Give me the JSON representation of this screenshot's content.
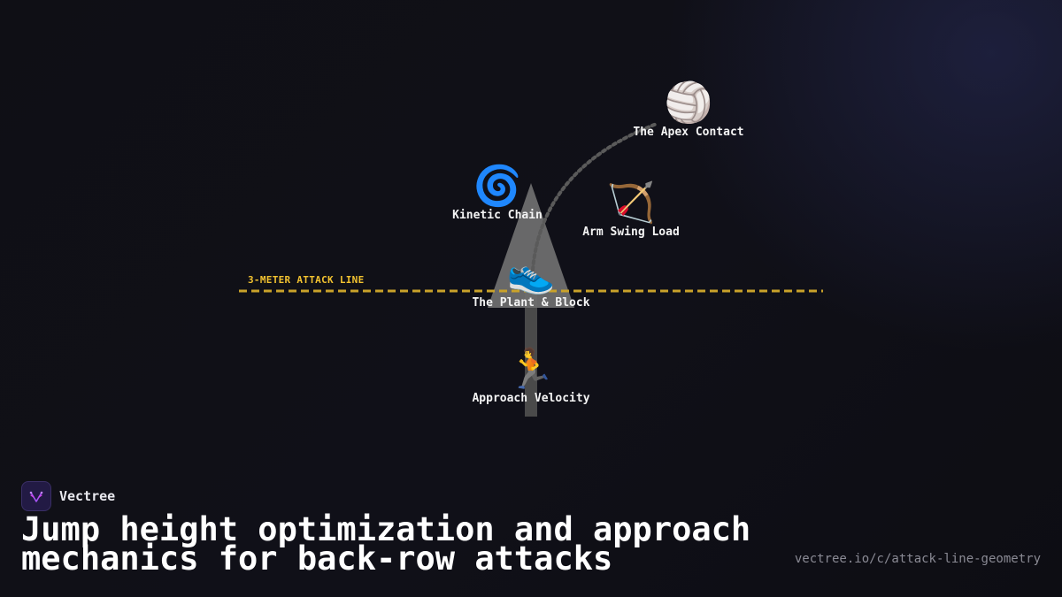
{
  "attack_line": {
    "label": "3-METER ATTACK LINE",
    "color": "#f2c230"
  },
  "nodes": [
    {
      "id": "apex",
      "emoji": "🏐",
      "icon": "volleyball-icon",
      "label": "The Apex Contact"
    },
    {
      "id": "kinetic",
      "emoji": "🌀",
      "icon": "cyclone-icon",
      "label": "Kinetic Chain"
    },
    {
      "id": "arm",
      "emoji": "🏹",
      "icon": "bow-and-arrow-icon",
      "label": "Arm Swing Load"
    },
    {
      "id": "plant",
      "emoji": "👟",
      "icon": "sneaker-icon",
      "label": "The Plant & Block"
    },
    {
      "id": "approach",
      "emoji": "🏃",
      "icon": "runner-icon",
      "label": "Approach Velocity"
    }
  ],
  "brand": {
    "name": "Vectree"
  },
  "headline": "Jump height optimization and approach mechanics for back-row attacks",
  "url": "vectree.io/c/attack-line-geometry"
}
